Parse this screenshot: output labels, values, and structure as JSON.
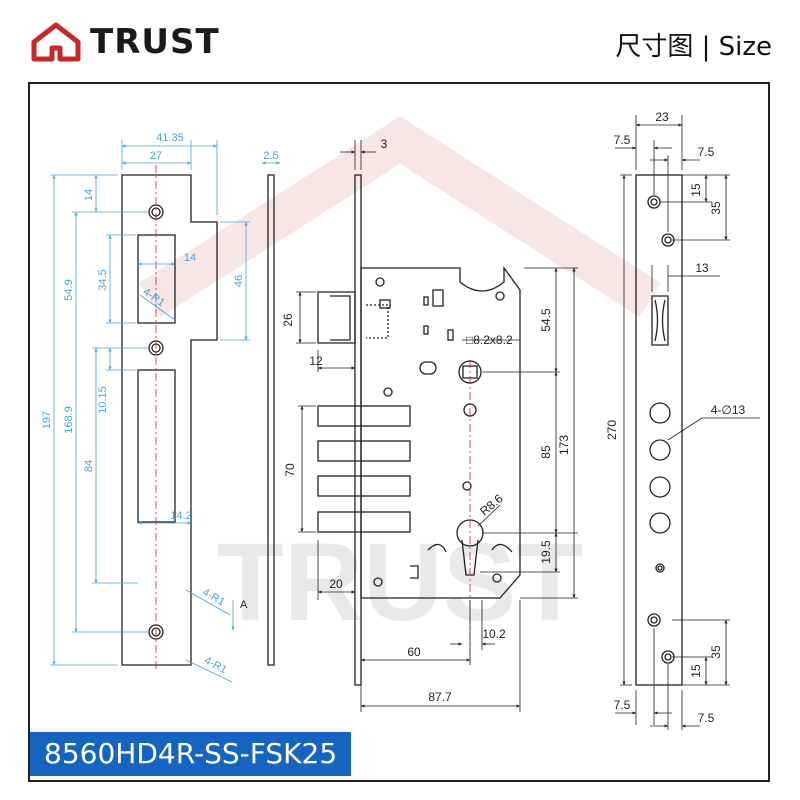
{
  "header": {
    "brand": "TRUST",
    "title": "尺寸图 | Size"
  },
  "model": "8560HD4R-SS-FSK25",
  "watermark": "TRUST",
  "colors": {
    "accent_blue": "#1565c0",
    "dimension_blue": "#4aa3df",
    "brand_red": "#c62828",
    "line": "#222222"
  },
  "strike": {
    "width_outer": "41.35",
    "width_inner": "27",
    "thickness": "2.5",
    "d14_top": "14",
    "d54_9": "54.9",
    "d34_5": "34.5",
    "d14_slot": "14",
    "d46": "46",
    "r_top": "4-R1",
    "d197": "197",
    "d168_9": "168.9",
    "d10_15": "10.15",
    "d84": "84",
    "d14_2": "14.2",
    "r_mid": "4-R1",
    "r_bot": "4-R1",
    "arrow_label": "A"
  },
  "lockbody": {
    "d3": "3",
    "d26": "26",
    "d12": "12",
    "d54_5": "54.5",
    "spindle": "8.2x8.2",
    "d70": "70",
    "d85": "85",
    "d173": "173",
    "r8_6": "R8.6",
    "d19_5": "19.5",
    "d20": "20",
    "d10_2": "10.2",
    "d60": "60",
    "d87_7": "87.7"
  },
  "faceplate": {
    "d23": "23",
    "d7_5_tl": "7.5",
    "d7_5_tr": "7.5",
    "d15_top": "15",
    "d35_top": "35",
    "d13": "13",
    "d270": "270",
    "holes": "4-∅13",
    "d15_bot": "15",
    "d35_bot": "35",
    "d7_5_bl": "7.5",
    "d7_5_br": "7.5"
  }
}
